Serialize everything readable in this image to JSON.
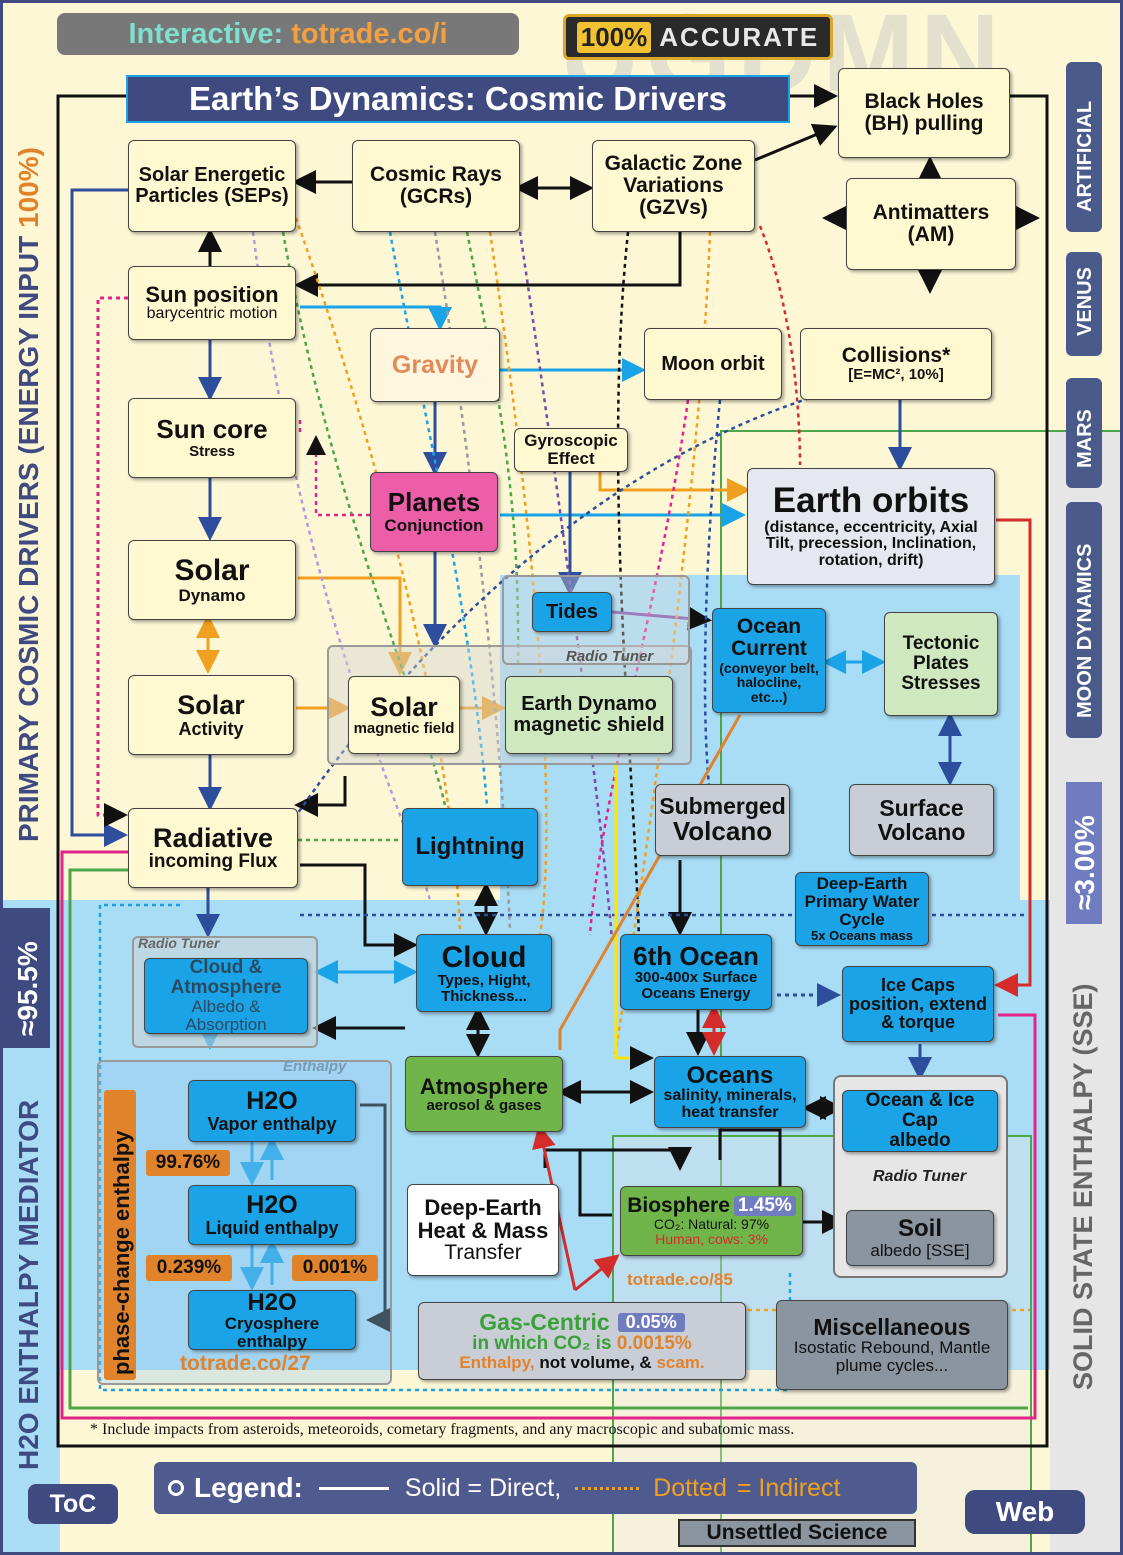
{
  "header": {
    "interactive_label": "Interactive:",
    "interactive_link": "totrade.co/i",
    "accurate_pct": "100%",
    "accurate_word": "ACCURATE",
    "watermark": "UGDMN",
    "title": "Earth’s Dynamics: Cosmic Drivers"
  },
  "side_labels": {
    "left_primary": "PRIMARY COSMIC DRIVERS (ENERGY INPUT ",
    "left_primary_pct": "100%)",
    "left_h2o": "H2O ENTHALPY MEDIATOR",
    "left_h2o_pct": "≈95.5%",
    "right_sse": "SOLID STATE  ENTHALPY (SSE)",
    "right_sse_pct": "≈3.00%",
    "right_tabs": [
      "ARTIFICIAL",
      "VENUS",
      "MARS",
      "MOON DYNAMICS"
    ]
  },
  "nodes": {
    "seps": "Solar Energetic Particles (SEPs)",
    "gcr_title": "Cosmic Rays",
    "gcr_sub": "(GCRs)",
    "gzv_title": "Galactic Zone Variations",
    "gzv_sub": "(GZVs)",
    "bh_title": "Black Holes",
    "bh_sub": "(BH) pulling",
    "am_title": "Antimatters",
    "am_sub": "(AM)",
    "sunpos_title": "Sun position",
    "sunpos_sub": "barycentric motion",
    "gravity": "Gravity",
    "moon_orbit": "Moon orbit",
    "collisions_title": "Collisions*",
    "collisions_sub": "[E=MC², 10%]",
    "suncore_title": "Sun core",
    "suncore_sub": "Stress",
    "gyro": "Gyroscopic Effect",
    "planets_title": "Planets",
    "planets_sub": "Conjunction",
    "earth_orbits_title": "Earth orbits",
    "earth_orbits_sub": "(distance, eccentricity, Axial Tilt, precession, Inclination, rotation, drift)",
    "solar_dynamo_title": "Solar",
    "solar_dynamo_sub": "Dynamo",
    "tides": "Tides",
    "ocean_current_title": "Ocean Current",
    "ocean_current_sub": "(conveyor belt, halocline, etc...)",
    "tectonic": "Tectonic Plates Stresses",
    "radio_tuner_1": "Radio Tuner",
    "solar_activity_title": "Solar",
    "solar_activity_sub": "Activity",
    "solar_mag_title": "Solar",
    "solar_mag_sub": "magnetic field",
    "earth_dynamo": "Earth Dynamo magnetic shield",
    "submerged_title": "Submerged",
    "submerged_sub": "Volcano",
    "surface_title": "Surface",
    "surface_sub": "Volcano",
    "radiative_title": "Radiative",
    "radiative_sub": "incoming Flux",
    "lightning": "Lightning",
    "deep_water": "Deep-Earth Primary Water Cycle",
    "deep_water_sub": "5x Oceans mass",
    "radio_tuner_2": "Radio Tuner",
    "cloud_atm_title": "Cloud & Atmosphere",
    "cloud_atm_sub": "Albedo & Absorption",
    "cloud_title": "Cloud",
    "cloud_sub": "Types, Hight, Thickness...",
    "sixth_ocean_title": "6th Ocean",
    "sixth_ocean_sub": "300-400x Surface Oceans Energy",
    "icecaps": "Ice Caps position, extend & torque",
    "enthalpy_label": "Enthalpy",
    "h2o_vapor_title": "H2O",
    "h2o_vapor_sub": "Vapor enthalpy",
    "atmosphere_title": "Atmosphere",
    "atmosphere_sub": "aerosol & gases",
    "oceans_title": "Oceans",
    "oceans_sub": "salinity, minerals, heat transfer",
    "ocean_ice_title": "Ocean & Ice Cap",
    "ocean_ice_sub": "albedo",
    "radio_tuner_3": "Radio Tuner",
    "phase_change": "phase-change enthalpy",
    "pct_9976": "99.76%",
    "h2o_liquid_title": "H2O",
    "h2o_liquid_sub": "Liquid enthalpy",
    "deep_heat_title": "Deep-Earth",
    "deep_heat_sub1": "Heat & Mass",
    "deep_heat_sub2": "Transfer",
    "biosphere_title": "Biosphere",
    "biosphere_pct": "1.45%",
    "biosphere_co2": "CO₂: Natural: 97%",
    "biosphere_human": "Human, cows: 3%",
    "soil_title": "Soil",
    "soil_sub": "albedo [SSE]",
    "pct_0239": "0.239%",
    "pct_0001": "0.001%",
    "totrade85": "totrade.co/85",
    "h2o_cryo_title": "H2O",
    "h2o_cryo_sub": "Cryosphere enthalpy",
    "totrade27": "totrade.co/27",
    "gas_title": "Gas-Centric",
    "gas_pct": "0.05%",
    "gas_line2_a": "in which CO₂ is ",
    "gas_line2_b": "0.0015%",
    "gas_line3_a": "Enthalpy,",
    "gas_line3_b": " not volume, & ",
    "gas_line3_c": "scam.",
    "misc_title": "Miscellaneous",
    "misc_sub": "Isostatic Rebound, Mantle plume cycles..."
  },
  "footnote": "* Include impacts from asteroids, meteoroids, cometary fragments, and any macroscopic and subatomic mass.",
  "footer": {
    "toc": "ToC",
    "legend_label": "Legend:",
    "legend_solid": "Solid = Direct,",
    "legend_dotted_a": "Dotted",
    "legend_dotted_b": "= Indirect",
    "web": "Web",
    "unsettled": "Unsettled Science"
  },
  "colors": {
    "background": "#fdf7d6",
    "blue_zone": "#a9dcf5",
    "node_blue": "#1aa3e6",
    "node_green": "#6fb54a",
    "planets_pink": "#ec5ea8",
    "orange": "#e0832a",
    "navy": "#3e4a80"
  }
}
